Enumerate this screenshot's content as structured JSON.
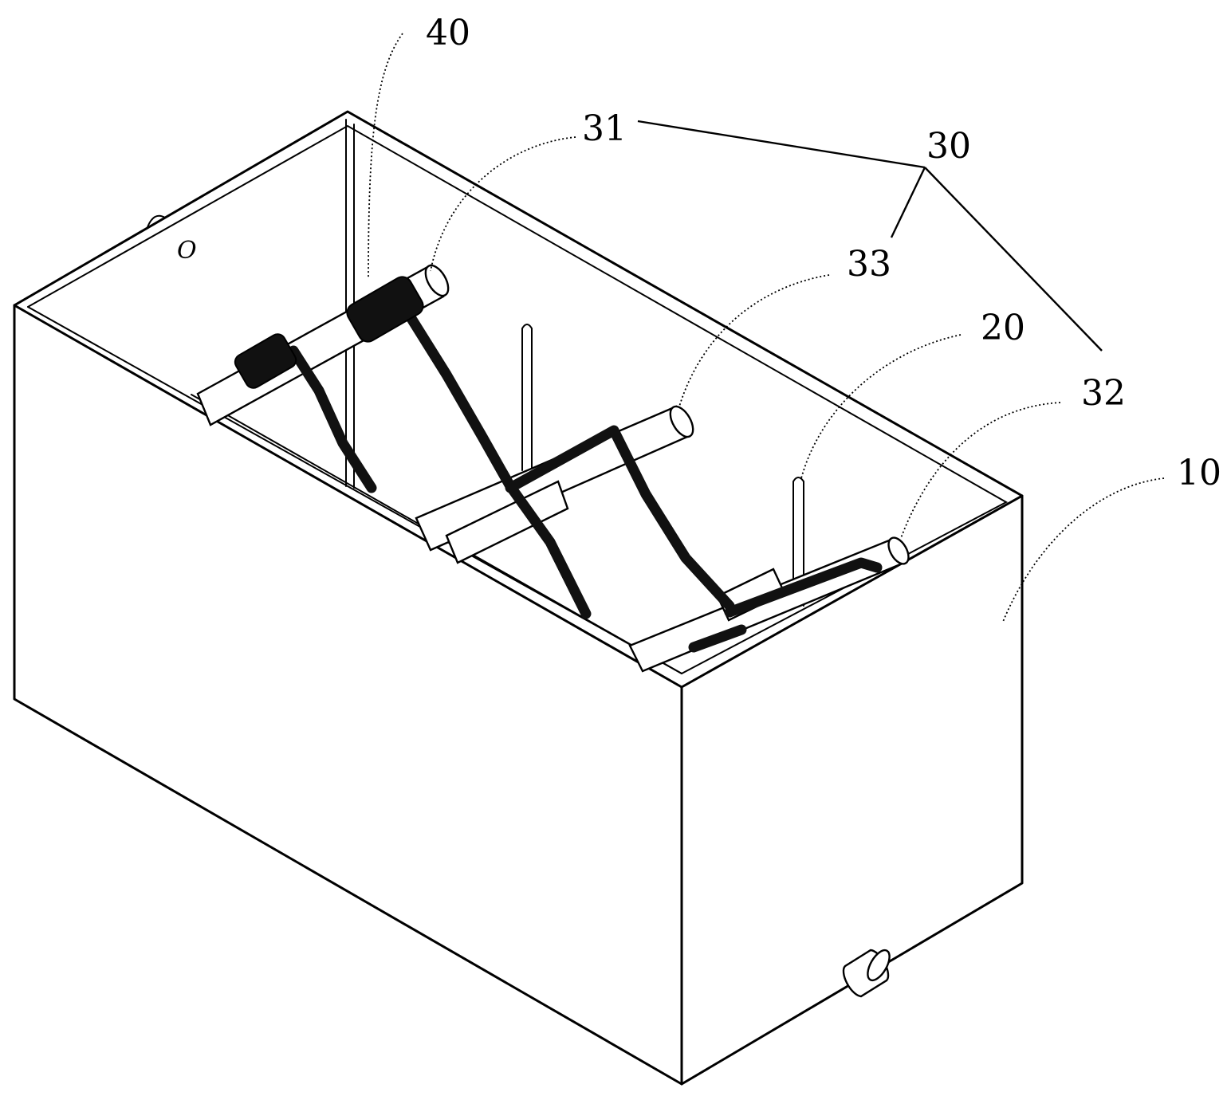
{
  "figure": {
    "side_mark": "O",
    "labels": [
      {
        "id": "label-40",
        "text": "40",
        "part": "bushing"
      },
      {
        "id": "label-31",
        "text": "31",
        "part": "first-shaft"
      },
      {
        "id": "label-30",
        "text": "30",
        "part": "shaft-assembly"
      },
      {
        "id": "label-33",
        "text": "33",
        "part": "middle-shaft"
      },
      {
        "id": "label-20",
        "text": "20",
        "part": "baffle-plate"
      },
      {
        "id": "label-32",
        "text": "32",
        "part": "end-shaft"
      },
      {
        "id": "label-10",
        "text": "10",
        "part": "tank-body"
      }
    ]
  }
}
